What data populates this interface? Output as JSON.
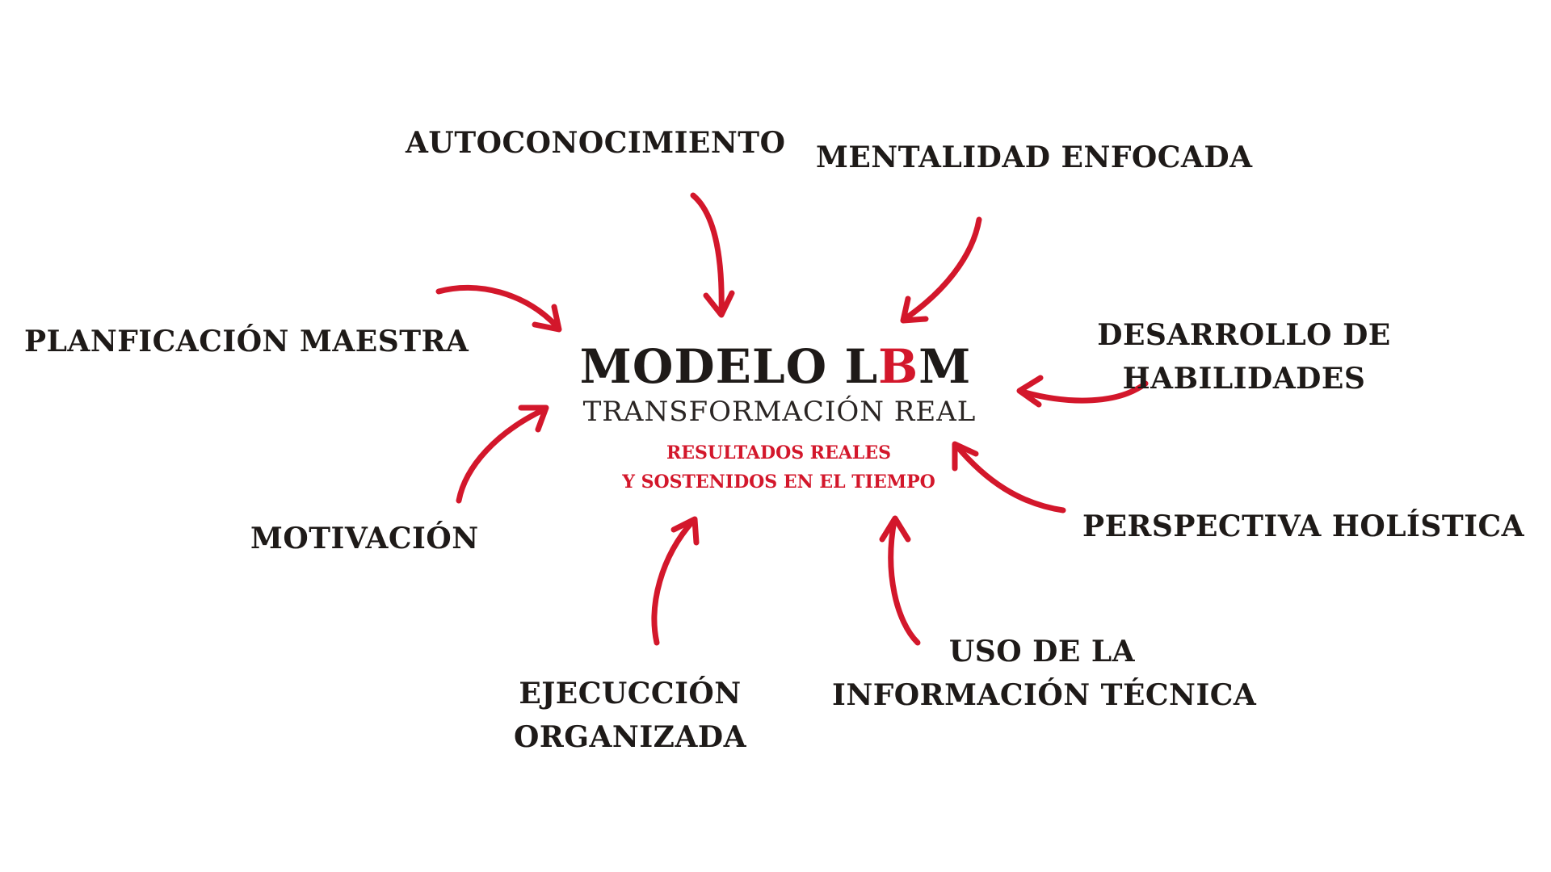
{
  "center": {
    "title_part1": "MODELO L",
    "title_highlight": "B",
    "title_part2": "M",
    "subtitle": "TRANSFORMACIÓN REAL",
    "tagline_line1": "RESULTADOS REALES",
    "tagline_line2": "Y SOSTENIDOS EN EL TIEMPO"
  },
  "nodes": {
    "autoconocimiento": "AUTOCONOCIMIENTO",
    "mentalidad": "MENTALIDAD ENFOCADA",
    "planificacion": "PLANFICACIÓN MAESTRA",
    "desarrollo_line1": "DESARROLLO DE",
    "desarrollo_line2": "HABILIDADES",
    "motivacion": "MOTIVACIÓN",
    "perspectiva": "PERSPECTIVA HOLÍSTICA",
    "ejecucion_line1": "EJECUCCIÓN",
    "ejecucion_line2": "ORGANIZADA",
    "uso_line1": "USO DE LA",
    "uso_line2": "INFORMACIÓN TÉCNICA"
  },
  "colors": {
    "accent": "#d3172b",
    "text": "#1e1a18",
    "background": "#ffffff"
  }
}
